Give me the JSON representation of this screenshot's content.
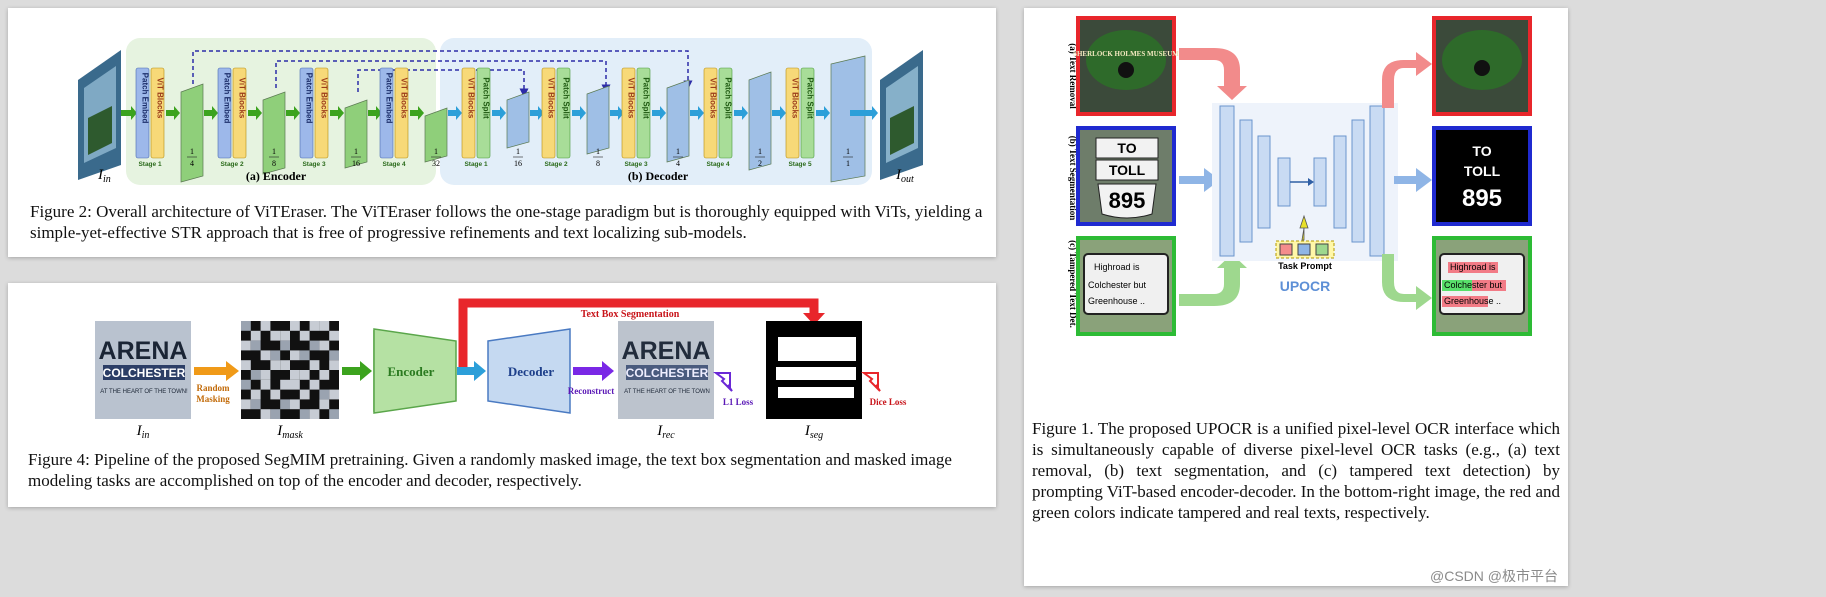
{
  "fig2": {
    "i_in": "I",
    "i_in_sub": "in",
    "i_out": "I",
    "i_out_sub": "out",
    "patch_embed": "Patch Embed",
    "vit_blocks": "ViT Blocks",
    "patch_split": "Patch Split",
    "enc_stages": [
      "Stage 1",
      "Stage 2",
      "Stage 3",
      "Stage 4"
    ],
    "dec_stages": [
      "Stage 1",
      "Stage 2",
      "Stage 3",
      "Stage 4",
      "Stage 5"
    ],
    "enc_fracs": [
      "1/4",
      "1/8",
      "1/16",
      "1/32"
    ],
    "dec_fracs": [
      "1/16",
      "1/8",
      "1/4",
      "1/2",
      "1/1"
    ],
    "encoder_label": "(a) Encoder",
    "decoder_label": "(b) Decoder",
    "caption": "Figure 2: Overall architecture of ViTEraser. The ViTEraser follows the one-stage paradigm but is thoroughly equipped with ViTs, yielding a simple-yet-effective STR approach that is free of progressive refinements and text localizing sub-models."
  },
  "fig4": {
    "text_box_seg": "Text Box Segmentation",
    "random_masking": [
      "Random",
      "Masking"
    ],
    "encoder": "Encoder",
    "decoder": "Decoder",
    "reconstruct": "Reconstruct",
    "l1_loss": "L1 Loss",
    "dice_loss": "Dice Loss",
    "arena": "ARENA",
    "colchester": "COLCHESTER",
    "heart": "AT THE HEART OF THE TOWN!",
    "heart_rec": "AT THE HEART OF THE TOWN",
    "labels": [
      {
        "m": "I",
        "s": "in"
      },
      {
        "m": "I",
        "s": "mask"
      },
      {
        "m": "I",
        "s": "rec"
      },
      {
        "m": "I",
        "s": "seg"
      }
    ],
    "caption": "Figure 4: Pipeline of the proposed SegMIM pretraining. Given a randomly masked image, the text box segmentation and masked image modeling tasks are accomplished on top of the encoder and decoder, respectively."
  },
  "fig1": {
    "rows": [
      "(a) Text Removal",
      "(b) Text Segmentation",
      "(c) Tampered Text Det."
    ],
    "sign1": "SHERLOCK HOLMES MUSEUM",
    "to": "TO",
    "toll": "TOLL",
    "num": "895",
    "tamper_lines": [
      "Highroad  is",
      "Colchester but",
      "Greenhouse .."
    ],
    "task_prompt": "Task Prompt",
    "upocr": "UPOCR",
    "caption": "Figure 1. The proposed UPOCR is a unified pixel-level OCR interface which is simultaneously capable of diverse pixel-level OCR tasks (e.g., (a) text removal, (b) text segmentation, and (c) tampered text detection) by prompting ViT-based encoder-decoder. In the bottom-right image, the red and green colors indicate tampered and real texts, respectively."
  },
  "watermark": "@CSDN @极市平台",
  "colors": {
    "enc_bg": "#e6f3e0",
    "dec_bg": "#e2eef9",
    "patch_embed": "#9db8ea",
    "vit": "#f7d978",
    "patch_split": "#a8dd98",
    "green_arrow": "#3ca31e",
    "blue_arrow": "#2c9fd9",
    "red": "#e8262b",
    "green": "#2dbb35",
    "blue": "#1f2ad0",
    "purple": "#6a28d6"
  }
}
